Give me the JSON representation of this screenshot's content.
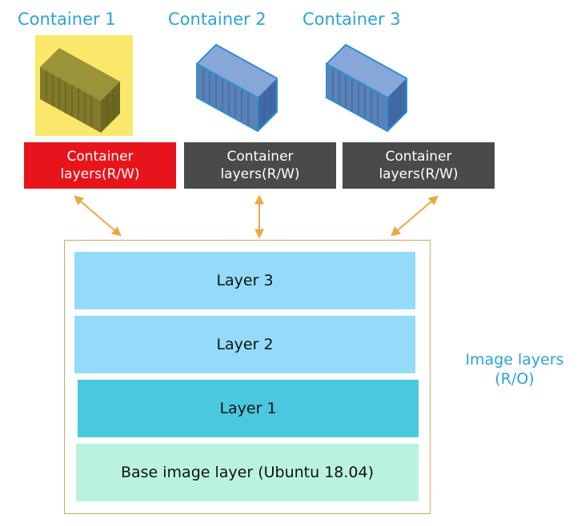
{
  "containers": [
    {
      "title": "Container 1",
      "layer_line1": "Container",
      "layer_line2": "layers(R/W)",
      "layer_color": "#e8141b",
      "highlight": true
    },
    {
      "title": "Container 2",
      "layer_line1": "Container",
      "layer_line2": "layers(R/W)",
      "layer_color": "#4a4a4a",
      "highlight": false
    },
    {
      "title": "Container 3",
      "layer_line1": "Container",
      "layer_line2": "layers(R/W)",
      "layer_color": "#4a4a4a",
      "highlight": false
    }
  ],
  "image_layers": {
    "label_line1": "Image layers",
    "label_line2": "(R/O)",
    "layers": [
      {
        "name": "Layer 3",
        "color": "#93dbf9"
      },
      {
        "name": "Layer 2",
        "color": "#93dbf9"
      },
      {
        "name": "Layer 1",
        "color": "#4ac8e0"
      },
      {
        "name": "Base image layer (Ubuntu 18.04)",
        "color": "#b9f3df"
      }
    ]
  },
  "colors": {
    "title_text": "#2aa3d6",
    "arrow": "#f0a640",
    "border": "#c8a86b",
    "highlight_bg": "#fbe76a",
    "container_olive": "#807a2a",
    "container_blue": "#5b82b8"
  }
}
